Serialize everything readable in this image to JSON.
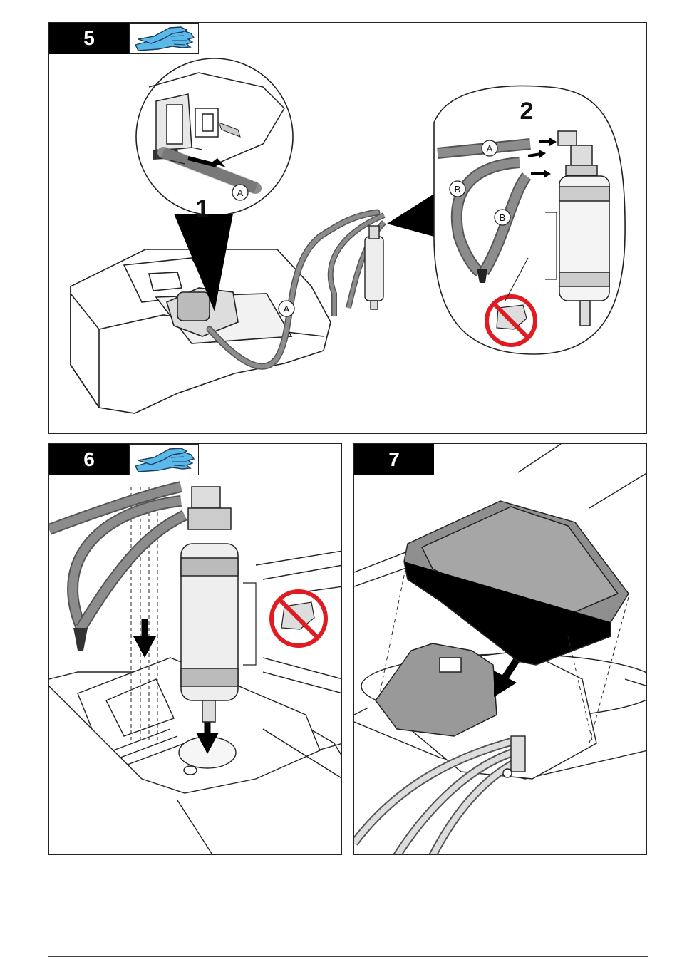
{
  "panels": [
    {
      "step": "5",
      "gloves": true,
      "substeps": [
        "1",
        "2"
      ],
      "callouts": [
        "A",
        "A",
        "A",
        "B",
        "B"
      ]
    },
    {
      "step": "6",
      "gloves": true
    },
    {
      "step": "7",
      "gloves": false
    }
  ],
  "colors": {
    "tube": "#8c8c8c",
    "glove": "#5bb8e8",
    "prohibit": "#e11b22",
    "badge": "#000000"
  }
}
